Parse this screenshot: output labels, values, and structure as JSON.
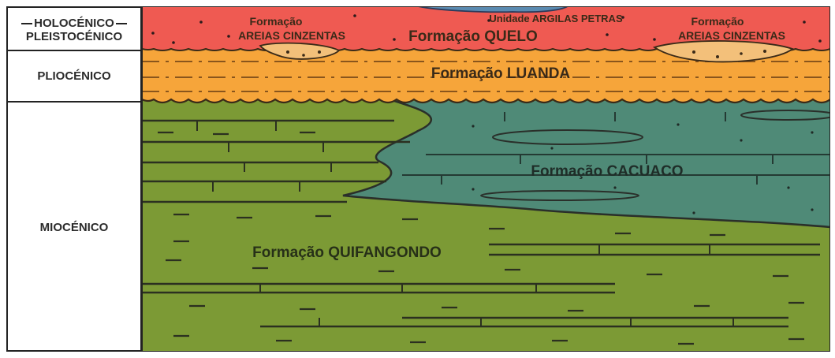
{
  "ages": {
    "holoceno": "HOLOCÉNICO",
    "pleistoceno": "PLEISTOCÉNICO",
    "plioceno": "PLIOCÉNICO",
    "mioceno": "MIOCÉNICO"
  },
  "formations": {
    "areias_left_1": "Formação",
    "areias_left_2": "AREIAS CINZENTAS",
    "quelo": "Formação QUELO",
    "argilas": "Unidade ARGILAS PETRAS",
    "areias_right_1": "Formação",
    "areias_right_2": "AREIAS CINZENTAS",
    "luanda": "Formação LUANDA",
    "cacuaco": "Formação CACUACO",
    "quifangondo": "Formação QUIFANGONDO"
  },
  "colors": {
    "quelo": "#ef5a52",
    "luanda": "#f6a53a",
    "cacuaco": "#4f8a77",
    "quifangondo": "#7c9a35",
    "argilas": "#5a8ab0",
    "areias": "#f3c07a"
  }
}
